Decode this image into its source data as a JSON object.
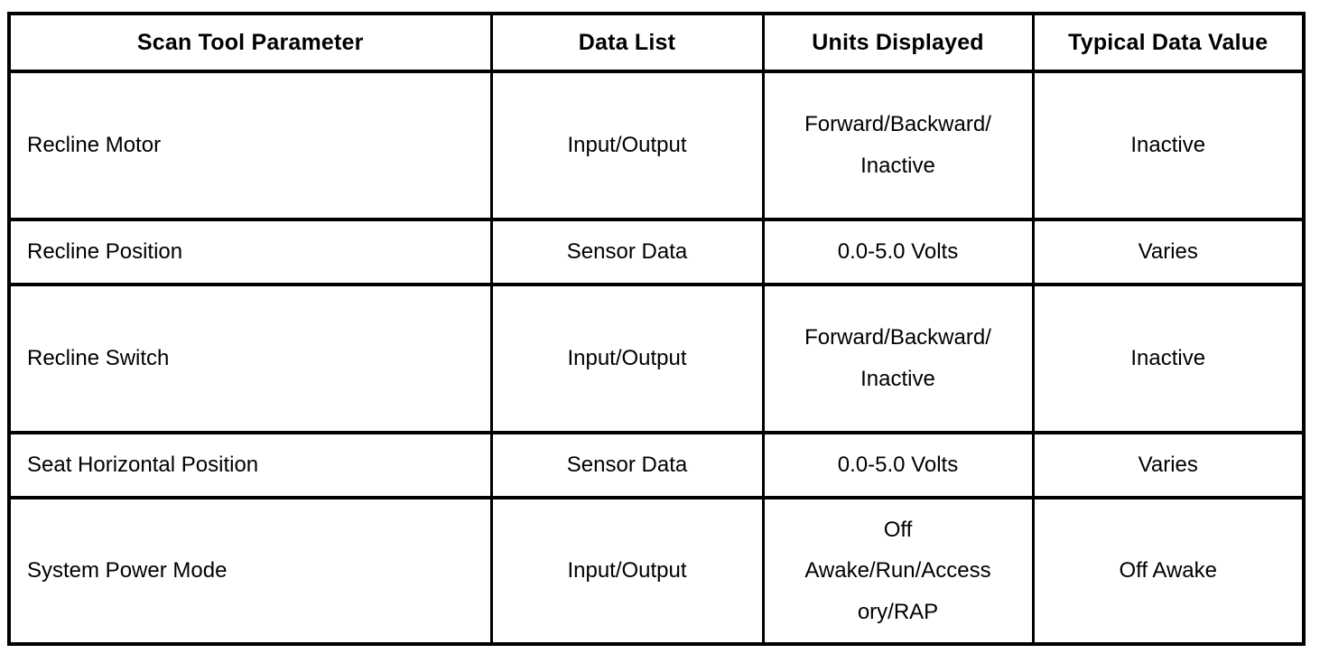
{
  "table": {
    "columns": [
      "Scan Tool Parameter",
      "Data List",
      "Units Displayed",
      "Typical Data Value"
    ],
    "rows": [
      {
        "parameter": "Recline Motor",
        "data_list": "Input/Output",
        "units_line1": "Forward/Backward/",
        "units_line2": "Inactive",
        "typical_value": "Inactive"
      },
      {
        "parameter": "Recline Position",
        "data_list": "Sensor Data",
        "units_line1": "0.0-5.0 Volts",
        "typical_value": "Varies"
      },
      {
        "parameter": "Recline Switch",
        "data_list": "Input/Output",
        "units_line1": "Forward/Backward/",
        "units_line2": "Inactive",
        "typical_value": "Inactive"
      },
      {
        "parameter": "Seat Horizontal Position",
        "data_list": "Sensor Data",
        "units_line1": "0.0-5.0 Volts",
        "typical_value": "Varies"
      },
      {
        "parameter": "System Power Mode",
        "data_list": "Input/Output",
        "units_line1": "Off",
        "units_line2": "Awake/Run/Access",
        "units_line3": "ory/RAP",
        "typical_value": "Off Awake"
      }
    ]
  },
  "colors": {
    "border": "#000000",
    "text": "#000000",
    "background": "#ffffff"
  }
}
